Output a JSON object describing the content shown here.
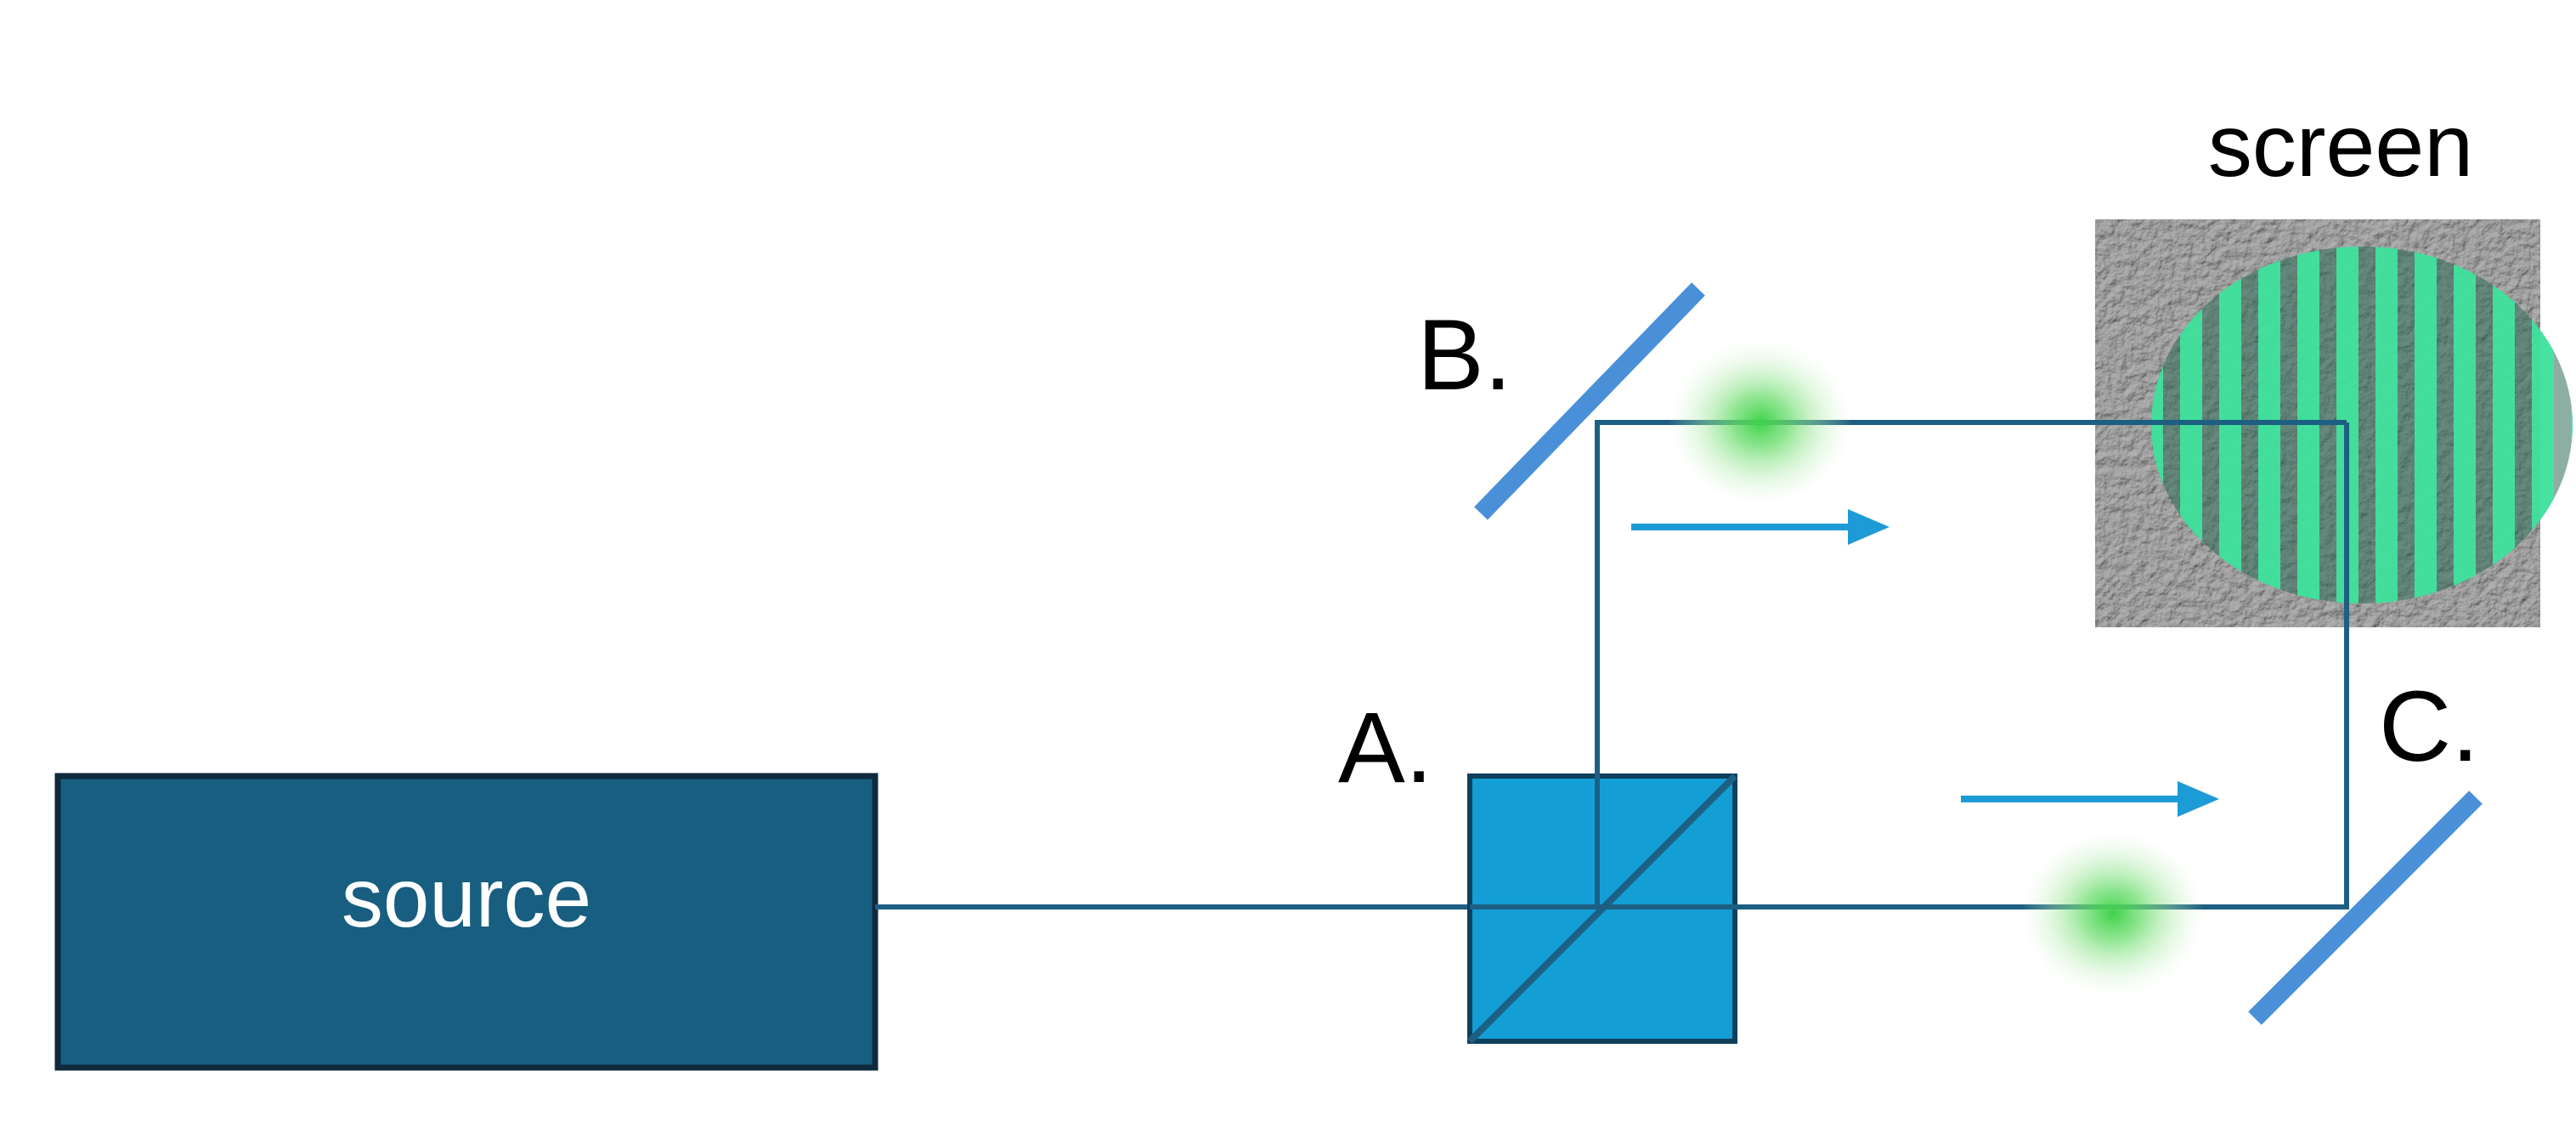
{
  "labels": {
    "source": "source",
    "beam_splitter": "A.",
    "mirror_b": "B.",
    "mirror_c": "C.",
    "screen": "screen"
  },
  "colors": {
    "source_fill": "#175e80",
    "source_border": "#0e2a3c",
    "beam_path": "#1d5f82",
    "splitter_fill": "#139fd6",
    "splitter_border": "#0e3f5c",
    "mirror": "#4a90d9",
    "arrow": "#1d9bd6",
    "light_spot": "#3fd24a",
    "screen_bg": "#6d6d6d",
    "fringe": "#3fe8a0"
  },
  "icons": {
    "mirror_b": "tilted-mirror-icon",
    "mirror_c": "tilted-mirror-icon",
    "beam_splitter": "cube-beam-splitter-icon",
    "light_spot": "glowing-green-spot-icon",
    "direction_arrow": "right-arrow-icon",
    "screen_pattern": "interference-fringes-icon"
  }
}
